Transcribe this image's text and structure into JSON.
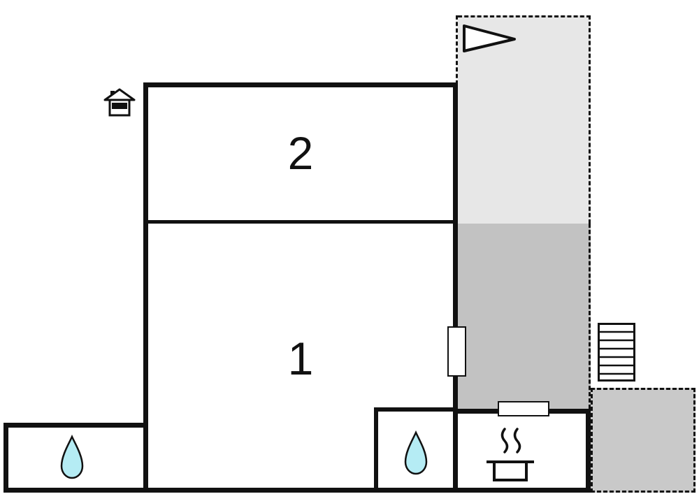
{
  "floorplan": {
    "type": "floor-plan",
    "rooms": {
      "room1": {
        "label": "1"
      },
      "room2": {
        "label": "2"
      }
    },
    "icons": {
      "house": "house-icon",
      "flag": "flag-pennant-icon",
      "water_left": "water-drop-icon",
      "water_center": "water-drop-icon",
      "stove": "cooking-pot-icon",
      "stairs": "stairs-icon",
      "door_living": "door-opening",
      "door_kitchen": "door-opening"
    },
    "colors": {
      "wall": "#111111",
      "background": "#ffffff",
      "terrace_upper": "#e7e7e7",
      "terrace_lower": "#c2c2c2",
      "patio": "#c9c9c9",
      "water_drop": "#b5ecf4"
    }
  }
}
